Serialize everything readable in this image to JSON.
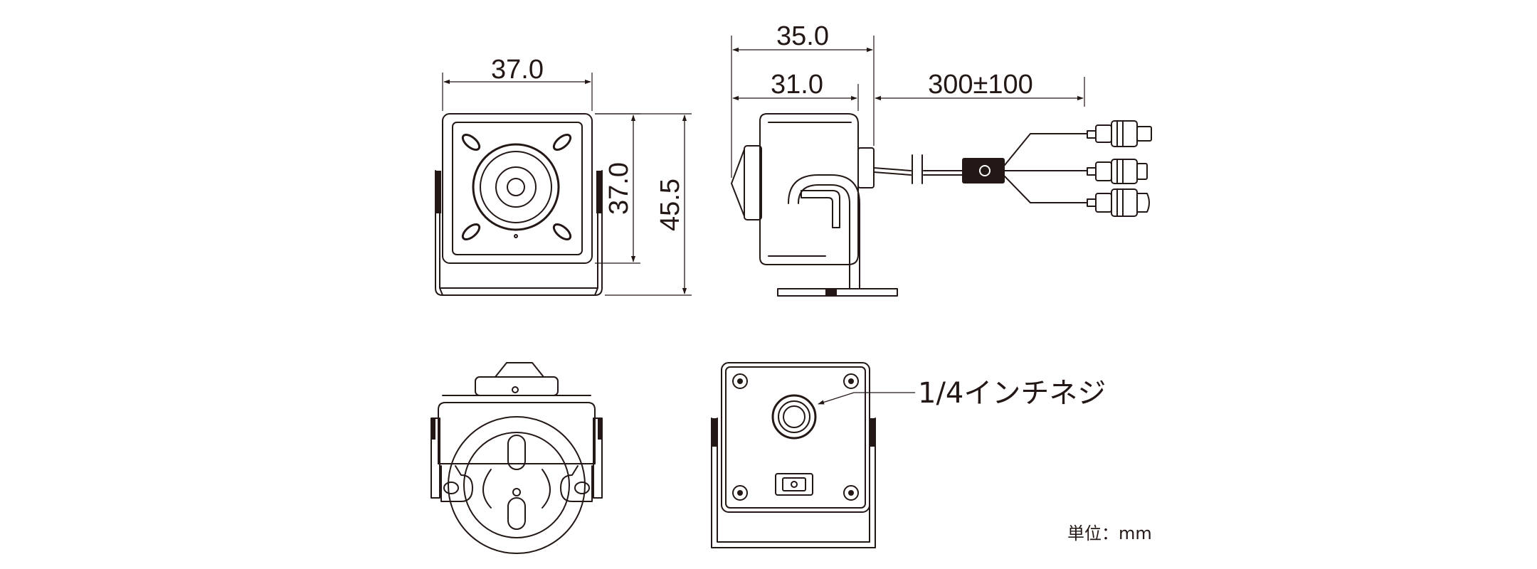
{
  "dimensions": {
    "front_width": "37.0",
    "front_inner_height": "37.0",
    "front_total_height": "45.5",
    "side_total_depth": "35.0",
    "side_body_depth": "31.0",
    "cable_length": "300±100"
  },
  "labels": {
    "screw_mount": "1/4インチネジ",
    "unit": "単位：mm"
  },
  "colors": {
    "ink": "#231815",
    "background": "#ffffff"
  }
}
